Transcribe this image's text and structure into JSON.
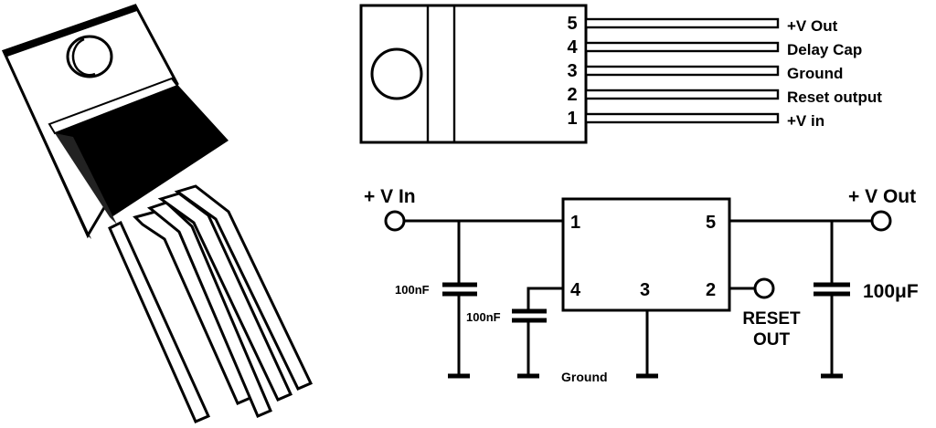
{
  "pinout": {
    "pins": [
      {
        "number": "5",
        "function": "+V Out"
      },
      {
        "number": "4",
        "function": "Delay Cap"
      },
      {
        "number": "3",
        "function": "Ground"
      },
      {
        "number": "2",
        "function": "Reset output"
      },
      {
        "number": "1",
        "function": "+V in"
      }
    ]
  },
  "schematic": {
    "vin_label": "+ V In",
    "vout_label": "+ V Out",
    "ic_pins": {
      "p1": "1",
      "p5": "5",
      "p4": "4",
      "p3": "3",
      "p2": "2"
    },
    "cap_in": "100nF",
    "cap_delay": "100nF",
    "cap_out": "100μF",
    "reset_line1": "RESET",
    "reset_line2": "OUT",
    "ground_label": "Ground"
  }
}
